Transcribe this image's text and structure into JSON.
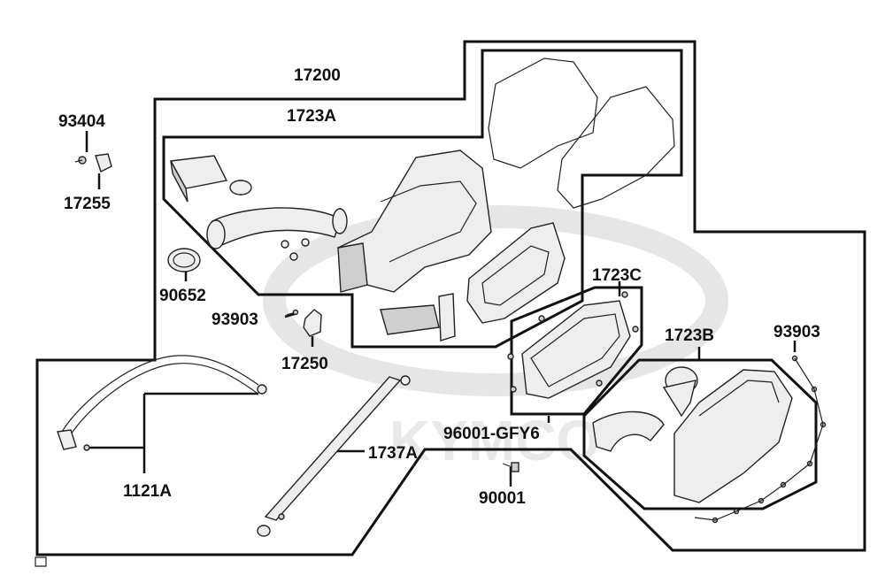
{
  "labels": {
    "p17200": "17200",
    "p1723A": "1723A",
    "p93404": "93404",
    "p17255": "17255",
    "p90652": "90652",
    "p93903_left": "93903",
    "p17250": "17250",
    "p1723C": "1723C",
    "p1723B": "1723B",
    "p93903_right": "93903",
    "p96001": "96001-GFY6",
    "p1737A": "1737A",
    "p90001": "90001",
    "p1121A": "1121A"
  },
  "watermark": "KYMCO",
  "colors": {
    "line": "#111111",
    "part_fill": "#eeeeee",
    "watermark": "#e6e6e6"
  }
}
